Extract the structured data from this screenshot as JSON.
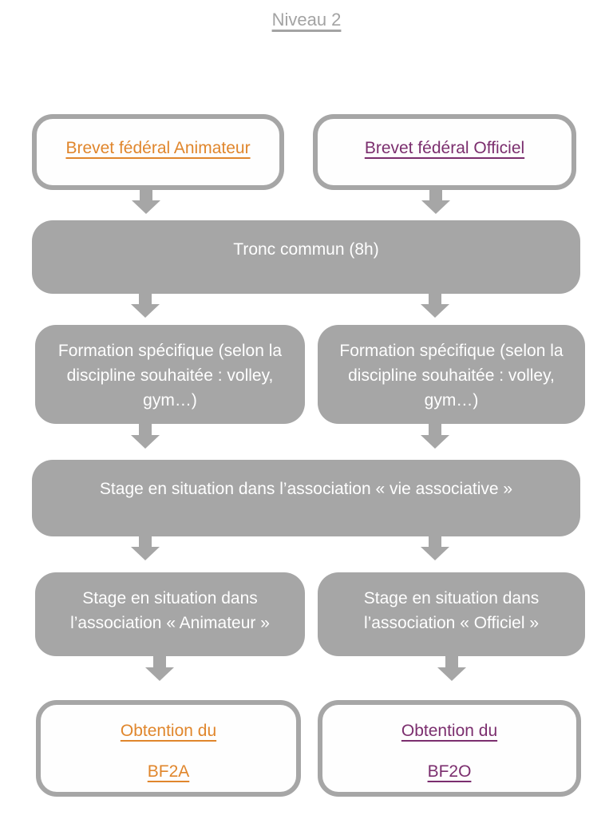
{
  "title": "Niveau 2",
  "colors": {
    "node_gray": "#A6A6A6",
    "link_orange": "#E0862C",
    "link_purple": "#7B2E6E",
    "box_text_white": "#FFFFFF",
    "background": "#FFFFFF"
  },
  "nodes": {
    "entry_animateur": {
      "label": "Brevet fédéral Animateur"
    },
    "entry_officiel": {
      "label": "Brevet fédéral Officiel"
    },
    "tronc_commun": {
      "label": "Tronc commun (8h)"
    },
    "formation_animateur": {
      "label": "Formation spécifique (selon la discipline souhaitée : volley, gym…)"
    },
    "formation_officiel": {
      "label": "Formation spécifique (selon la discipline souhaitée : volley, gym…)"
    },
    "stage_vie_associative": {
      "label": "Stage en situation dans l’association « vie associative »"
    },
    "stage_animateur": {
      "label": "Stage en situation dans l’association « Animateur »"
    },
    "stage_officiel": {
      "label": "Stage en situation dans l’association « Officiel »"
    },
    "obtention_bf2a": {
      "line1": "Obtention du",
      "line2": "BF2A"
    },
    "obtention_bf2o": {
      "line1": "Obtention du",
      "line2": "BF2O"
    }
  }
}
